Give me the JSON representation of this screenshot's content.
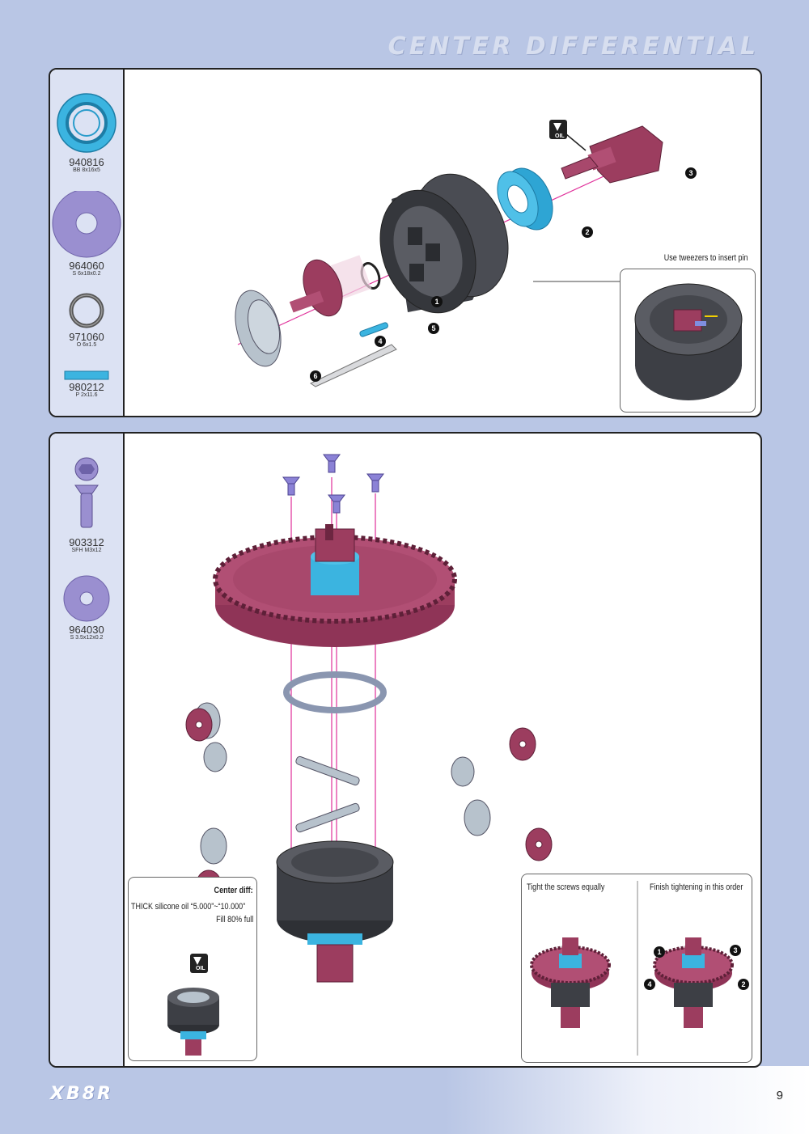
{
  "header": {
    "title": "CENTER DIFFERENTIAL"
  },
  "panel1": {
    "parts": [
      {
        "number": "940816",
        "size": "BB 8x16x5",
        "icon": "bearing-icon"
      },
      {
        "number": "964060",
        "size": "S 6x18x0.2",
        "icon": "shim-icon"
      },
      {
        "number": "971060",
        "size": "O 6x1.5",
        "icon": "o-ring-icon"
      },
      {
        "number": "980212",
        "size": "P 2x11.6",
        "icon": "pin-icon"
      }
    ],
    "steps": [
      "1",
      "2",
      "3",
      "4",
      "5",
      "6"
    ],
    "oil_label": "OIL",
    "inset_caption": "Use tweezers to insert pin"
  },
  "panel2": {
    "parts": [
      {
        "number": "903312",
        "size": "SFH M3x12",
        "icon": "screw-icon"
      },
      {
        "number": "964030",
        "size": "S 3.5x12x0.2",
        "icon": "shim-icon"
      }
    ],
    "center_diff": {
      "title": "Center diff:",
      "line1": "THICK silicone oil “5.000”~“10.000”",
      "line2": "Fill 80% full",
      "oil_label": "OIL"
    },
    "screws_box": {
      "left_caption": "Tight the screws equally",
      "right_caption": "Finish tightening in this order",
      "order": [
        "1",
        "2",
        "3",
        "4"
      ]
    }
  },
  "footer": {
    "logo": "XB8R",
    "page_number": "9"
  },
  "colors": {
    "background": "#b9c6e5",
    "side_column": "#dce2f3",
    "diff_case": "#3d3f45",
    "outdrive": "#9c3d5f",
    "bearing": "#3bb4e0",
    "shim": "#9a8fd0",
    "arrow": "#e0309a"
  }
}
